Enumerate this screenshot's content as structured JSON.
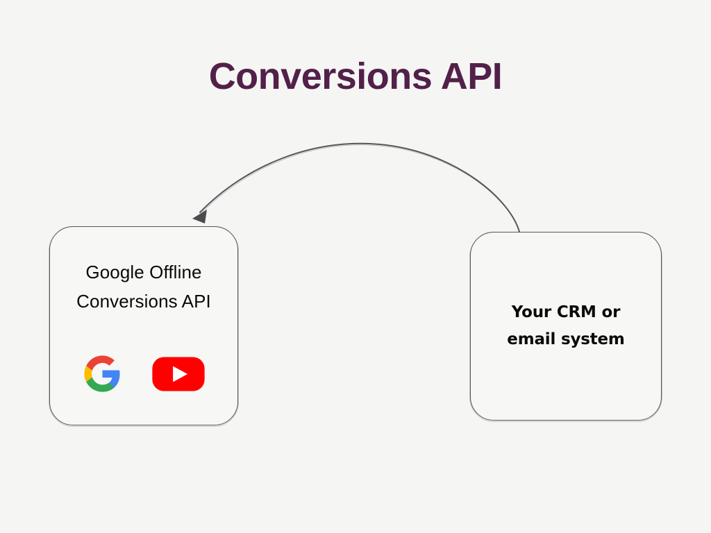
{
  "page": {
    "title": "Conversions API",
    "background_color": "#f5f5f4",
    "title_color": "#522049"
  },
  "diagram": {
    "type": "flow-diagram",
    "stroke_color": "#55565a",
    "nodes": [
      {
        "id": "google-offline-conversions-api",
        "label_line1": "Google Offline",
        "label_line2": "Conversions API",
        "logos": [
          "google-logo",
          "youtube-logo"
        ]
      },
      {
        "id": "your-crm-or-email-system",
        "label_line1": "Your CRM or",
        "label_line2": "email system",
        "logos": []
      }
    ],
    "edges": [
      {
        "id": "crm-to-google-api",
        "from": "your-crm-or-email-system",
        "to": "google-offline-conversions-api",
        "style": "curved-arc",
        "arrowhead": "filled-triangle"
      }
    ]
  },
  "logos": {
    "google": {
      "name": "google-logo",
      "colors": {
        "red": "#ea4335",
        "yellow": "#fbbc05",
        "green": "#34a853",
        "blue": "#4285f4"
      }
    },
    "youtube": {
      "name": "youtube-logo",
      "colors": {
        "red": "#ff0000",
        "play": "#ffffff"
      }
    }
  }
}
